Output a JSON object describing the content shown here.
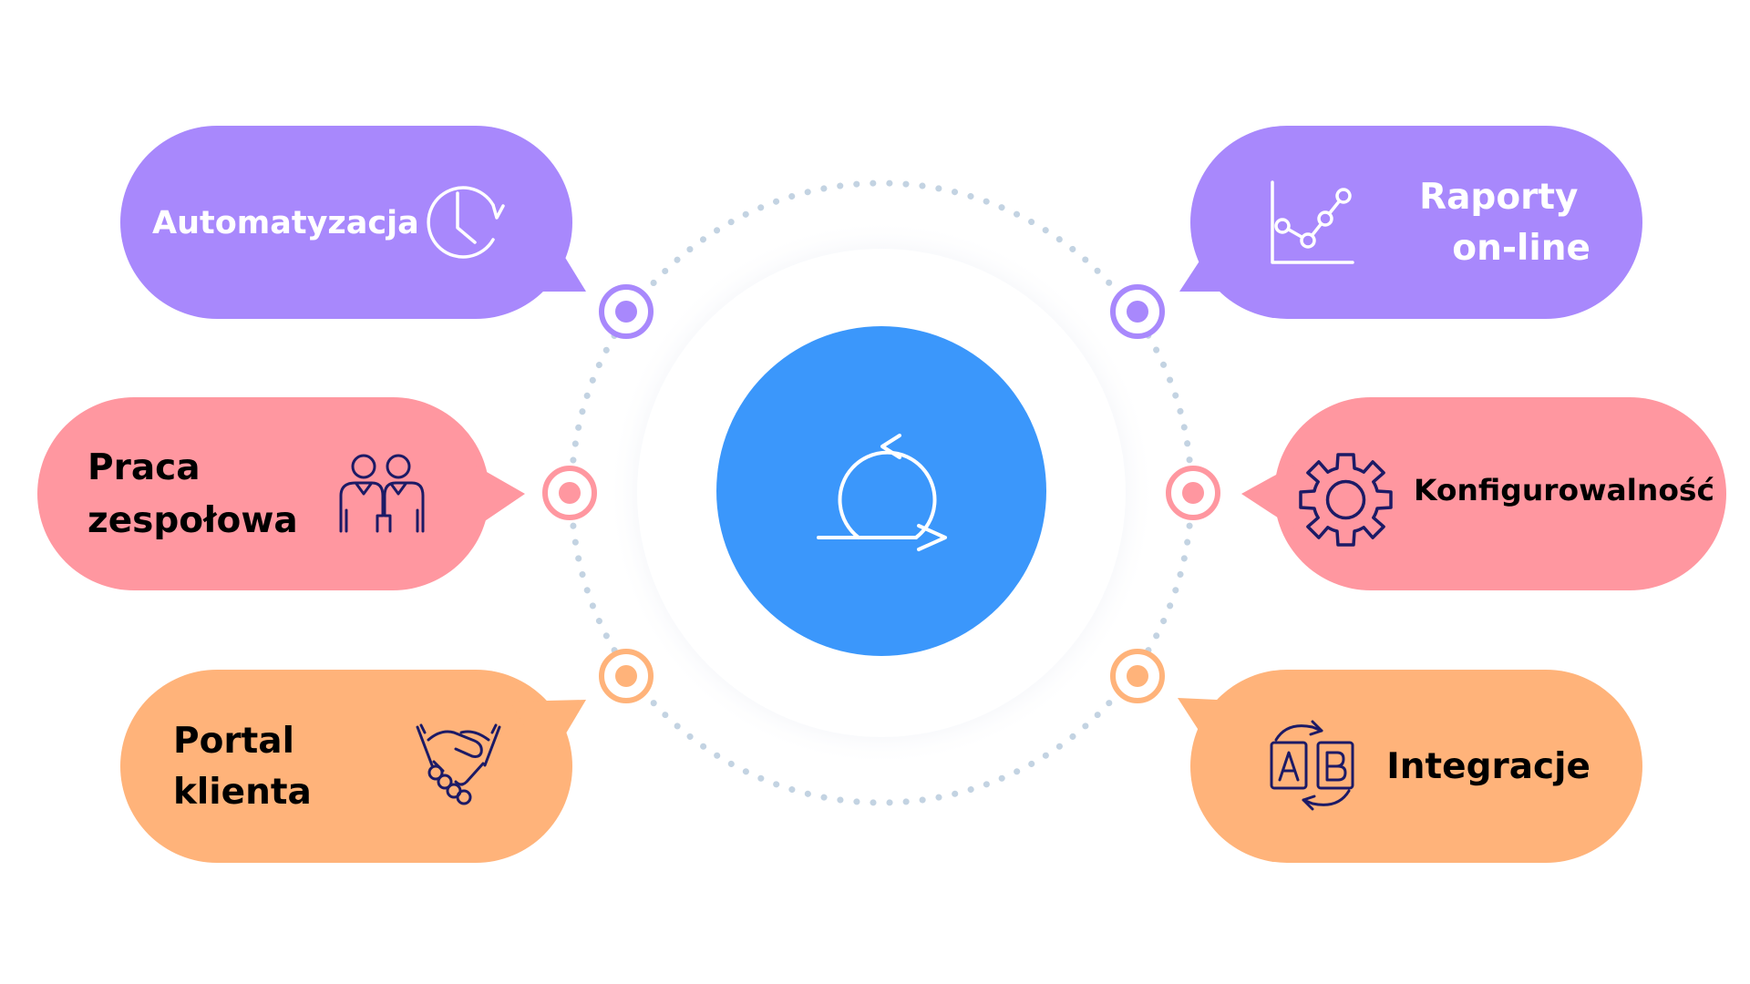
{
  "colors": {
    "purple": "#A888FC",
    "pink": "#FF97A0",
    "orange": "#FFB37A",
    "center_blue": "#3B97FB",
    "dots": "#C3D3E2",
    "icon_white": "#ffffff",
    "icon_navy": "#1C1A66"
  },
  "center": {
    "icon": "agile-cycle-icon"
  },
  "features": [
    {
      "id": "automatyzacja",
      "lines": [
        "Automatyzacja"
      ],
      "icon": "clock-icon",
      "color": "purple"
    },
    {
      "id": "raporty",
      "lines": [
        "Raporty",
        "on-line"
      ],
      "icon": "line-chart-icon",
      "color": "purple"
    },
    {
      "id": "praca",
      "lines": [
        "Praca",
        "zespołowa"
      ],
      "icon": "team-icon",
      "color": "pink"
    },
    {
      "id": "konfigurowalnosc",
      "lines": [
        "Konfigurowalność"
      ],
      "icon": "gear-icon",
      "color": "pink"
    },
    {
      "id": "portal",
      "lines": [
        "Portal",
        "klienta"
      ],
      "icon": "handshake-icon",
      "color": "orange"
    },
    {
      "id": "integracje",
      "lines": [
        "Integracje"
      ],
      "icon": "ab-swap-icon",
      "color": "orange"
    }
  ]
}
